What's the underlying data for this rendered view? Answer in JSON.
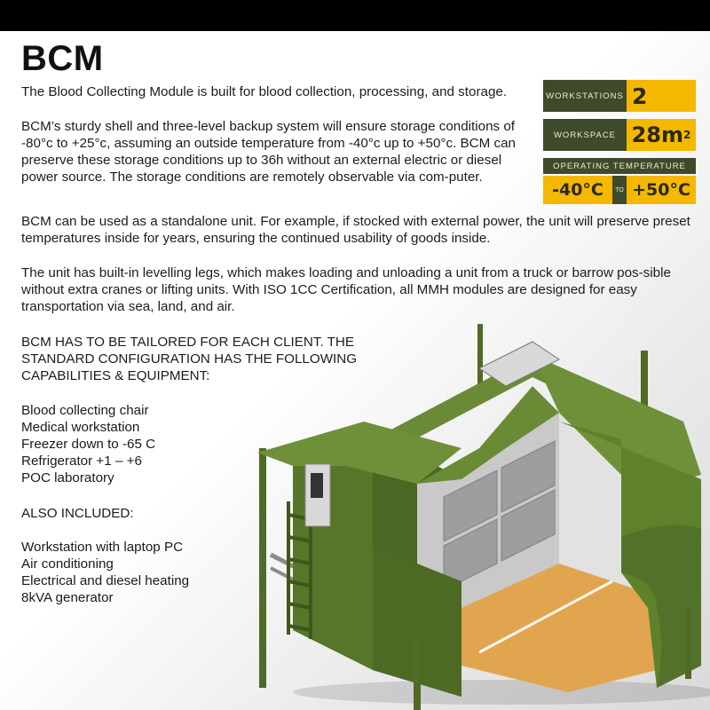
{
  "title": "BCM",
  "paragraphs": {
    "p1": "The Blood Collecting Module is built for blood collection, processing, and storage.",
    "p2": "BCM’s sturdy shell and three-level backup system will ensure storage conditions of -80°c to +25°c, assuming an outside temperature from -40°c up to +50°c. BCM can preserve these storage conditions up to 36h without an external electric or diesel power source. The storage conditions are remotely observable via com-puter.",
    "p3": "BCM can be used as a standalone unit. For example, if stocked with external power, the unit will preserve preset temperatures inside for years, ensuring the continued usability of goods inside.",
    "p4": "The unit has built-in levelling legs, which makes loading and unloading a unit from a truck or barrow pos-sible without extra cranes or lifting units. With ISO 1CC Certification, all MMH modules are designed for easy transportation via sea, land, and air.",
    "p5": "BCM HAS TO BE TAILORED FOR EACH CLIENT. THE STANDARD CONFIGURATION HAS THE FOLLOWING CAPABILITIES & EQUIPMENT:"
  },
  "capabilities": [
    "Blood collecting chair",
    "Medical workstation",
    "Freezer down to -65 C",
    "Refrigerator +1 – +6",
    "POC laboratory"
  ],
  "also_title": "ALSO INCLUDED:",
  "included": [
    "Workstation with laptop PC",
    "Air conditioning",
    "Electrical and diesel heating",
    "8kVA generator"
  ],
  "specs": {
    "workstations_label": "WORKSTATIONS",
    "workstations_value": "2",
    "workspace_label": "WORKSPACE",
    "workspace_value": "28m",
    "workspace_sup": "2",
    "temp_label": "OPERATING TEMPERATURE",
    "temp_min": "-40°C",
    "temp_to": "TO",
    "temp_max": "+50°C"
  },
  "colors": {
    "accent_yellow": "#f5b800",
    "panel_dark_green": "#3e4a29",
    "module_green": "#5b7a2e"
  }
}
